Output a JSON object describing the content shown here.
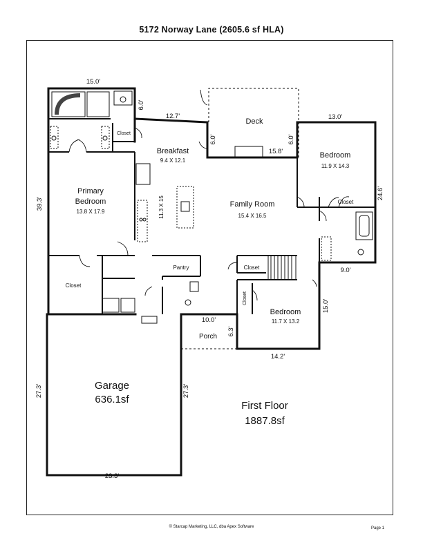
{
  "title": "5172 Norway Lane (2605.6 sf HLA)",
  "rooms": {
    "deck": "Deck",
    "breakfast": "Breakfast",
    "breakfast_dim": "9.4 X 12.1",
    "kitchen_dim": "11.3 X 15",
    "primary_name_1": "Primary",
    "primary_name_2": "Bedroom",
    "primary_dim": "13.8 X 17.9",
    "family": "Family Room",
    "family_dim": "15.4 X 16.5",
    "bedroom_ne": "Bedroom",
    "bedroom_ne_dim": "11.9 X 14.3",
    "closet_ne": "Closet",
    "closet_bath": "Closet",
    "closet_primary": "Closet",
    "closet_hall": "Closet",
    "closet_bed_s": "Closet",
    "pantry": "Pantry",
    "bedroom_s": "Bedroom",
    "bedroom_s_dim": "11.7 X 13.2",
    "porch": "Porch",
    "garage": "Garage",
    "garage_area": "636.1sf"
  },
  "dims": {
    "d15_0_top": "15.0'",
    "d6_0_bath": "6.0'",
    "d12_7": "12.7'",
    "d6_0_deck_w": "6.0'",
    "d6_0_deck_e": "6.0'",
    "d15_8": "15.8'",
    "d13_0": "13.0'",
    "d39_3": "39.3'",
    "d24_6": "24.6'",
    "d9_0": "9.0'",
    "d15_0_right": "15.0'",
    "d10_0": "10.0'",
    "d6_3": "6.3'",
    "d14_2": "14.2'",
    "d27_3_left": "27.3'",
    "d27_3_right": "27.3'",
    "d23_3": "23.3'"
  },
  "floor": {
    "name": "First Floor",
    "area": "1887.8sf"
  },
  "footer": "© Starcap Marketing, LLC, dba Apex Software",
  "page_label": "Page 1"
}
